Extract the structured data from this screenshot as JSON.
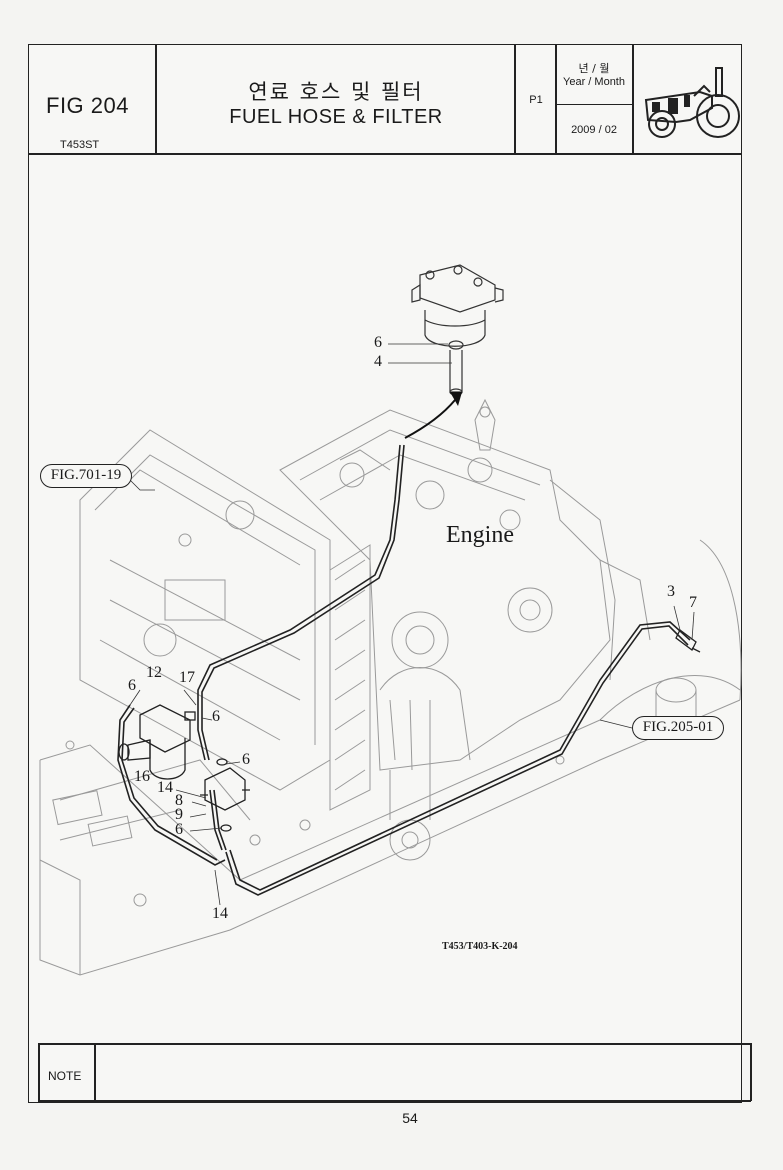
{
  "header": {
    "fig_code": "FIG 204",
    "model": "T453ST",
    "title_ko": "연료 호스 및 필터",
    "title_en": "FUEL HOSE & FILTER",
    "page_code": "P1",
    "year_month_ko": "년 / 월",
    "year_month_en": "Year / Month",
    "date": "2009 / 02"
  },
  "diagram": {
    "engine_label": "Engine",
    "drawing_code": "T453/T403-K-204",
    "fig_refs": [
      "FIG.701-19",
      "FIG.205-01"
    ],
    "callouts": [
      "6",
      "4",
      "3",
      "7",
      "12",
      "17",
      "6",
      "6",
      "16",
      "6",
      "14",
      "8",
      "9",
      "6",
      "14"
    ]
  },
  "footer": {
    "note_label": "NOTE",
    "page_number": "54"
  }
}
